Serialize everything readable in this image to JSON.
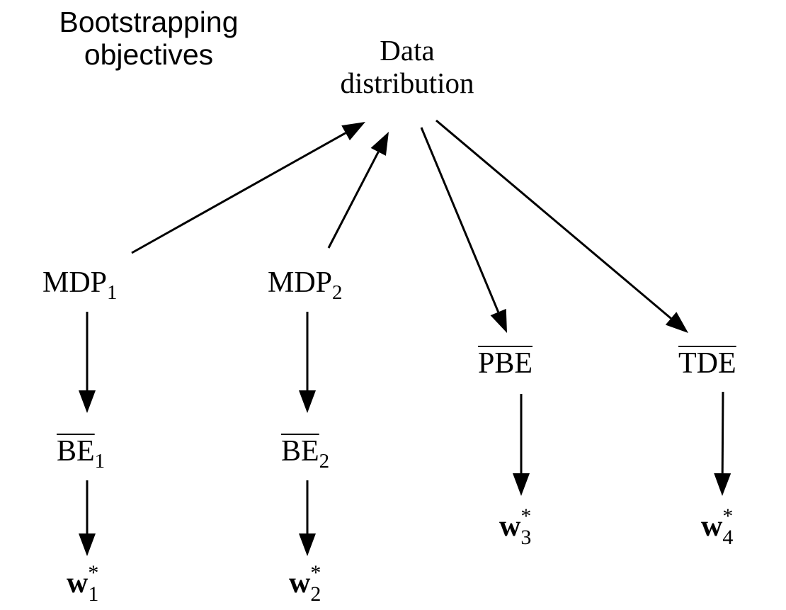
{
  "title": {
    "line1": "Bootstrapping",
    "line2": "objectives"
  },
  "root": {
    "line1": "Data",
    "line2": "distribution"
  },
  "nodes": {
    "mdp1": {
      "base": "MDP",
      "sub": "1"
    },
    "mdp2": {
      "base": "MDP",
      "sub": "2"
    },
    "be1": {
      "base": "BE",
      "sub": "1"
    },
    "be2": {
      "base": "BE",
      "sub": "2"
    },
    "pbe": {
      "base": "PBE"
    },
    "tde": {
      "base": "TDE"
    },
    "w1": {
      "base": "w",
      "sub": "1",
      "sup": "*"
    },
    "w2": {
      "base": "w",
      "sub": "2",
      "sup": "*"
    },
    "w3": {
      "base": "w",
      "sub": "3",
      "sup": "*"
    },
    "w4": {
      "base": "w",
      "sub": "4",
      "sup": "*"
    }
  },
  "edges": [
    {
      "from": "mdp1",
      "to": "root"
    },
    {
      "from": "mdp2",
      "to": "root"
    },
    {
      "from": "root",
      "to": "pbe"
    },
    {
      "from": "root",
      "to": "tde"
    },
    {
      "from": "mdp1",
      "to": "be1"
    },
    {
      "from": "mdp2",
      "to": "be2"
    },
    {
      "from": "be1",
      "to": "w1"
    },
    {
      "from": "be2",
      "to": "w2"
    },
    {
      "from": "pbe",
      "to": "w3"
    },
    {
      "from": "tde",
      "to": "w4"
    }
  ],
  "colors": {
    "ink": "#000000",
    "background": "#ffffff"
  }
}
